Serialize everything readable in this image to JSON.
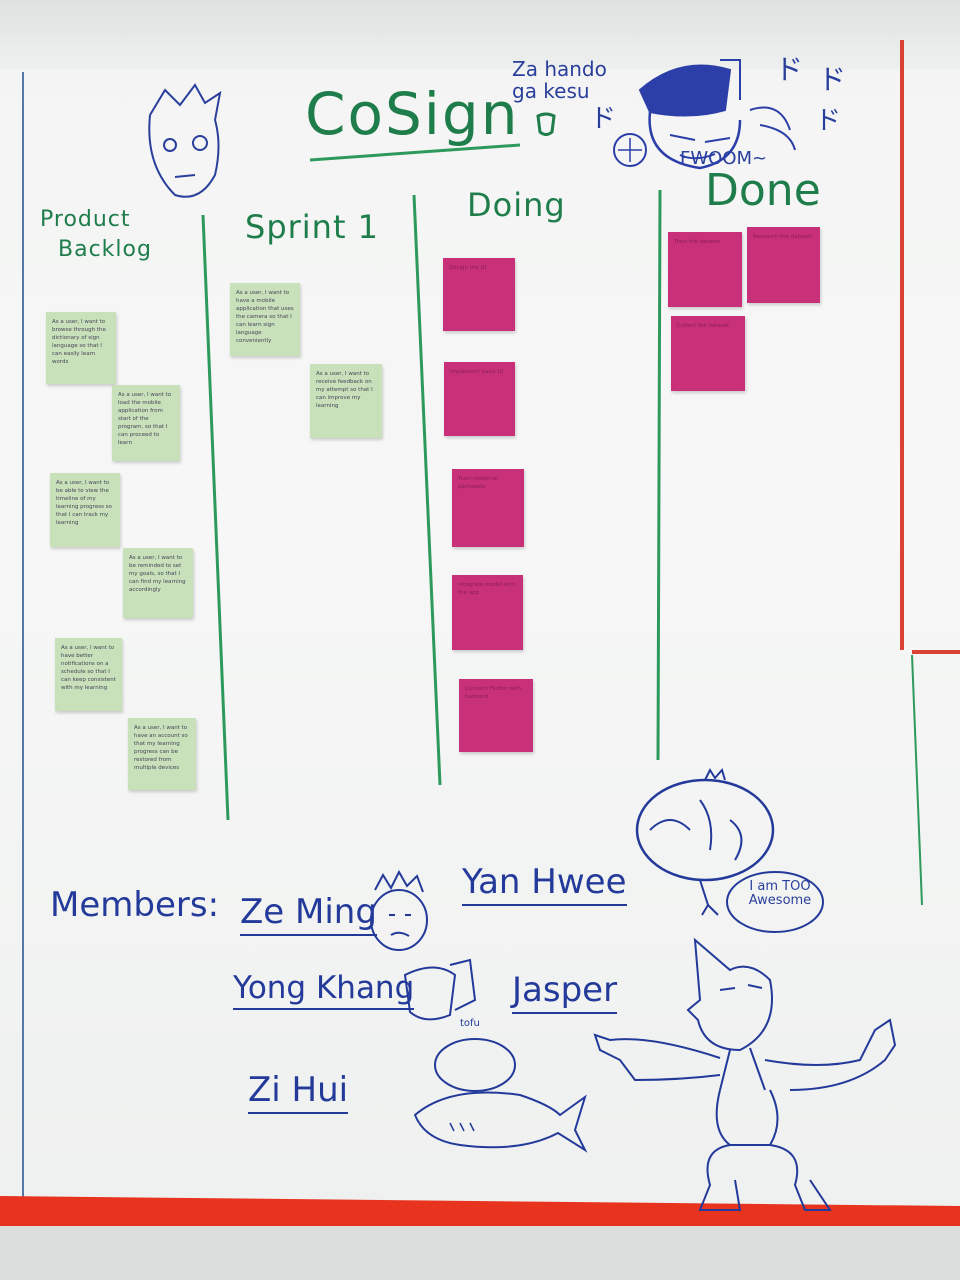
{
  "board": {
    "title": "CoSign",
    "manga_caption": "Za hando ga kesu",
    "manga_sfx": [
      "ド",
      "ド",
      "ド",
      "ド"
    ],
    "manga_sound": "FWOOM~",
    "speech_bubble": "I am TOO Awesome"
  },
  "columns": {
    "product_backlog": {
      "line1": "Product",
      "line2": "Backlog"
    },
    "sprint": "Sprint 1",
    "doing": "Doing",
    "done": "Done"
  },
  "notes": {
    "backlog": [
      "As a user, I want to browse through the dictionary of sign language so that I can easily learn words",
      "As a user, I want to load the mobile application from start of the program, so that I can proceed to learn",
      "As a user, I want to be able to view the timeline of my learning progress so that I can track my learning",
      "As a user, I want to be reminded to set my goals, so that I can find my learning accordingly",
      "As a user, I want to have better notifications on a schedule so that I can keep consistent with my learning",
      "As a user, I want to have an account so that my learning progress can be restored from multiple devices"
    ],
    "sprint": [
      "As a user, I want to have a mobile application that uses the camera so that I can learn sign language conveniently",
      "As a user, I want to receive feedback on my attempt so that I can improve my learning"
    ],
    "doing": [
      "Design the UI",
      "Implement basic UI",
      "Train model on alphabets",
      "Integrate model with the app",
      "Connect Flutter with backend"
    ],
    "done": [
      "Train the dataset",
      "Research the dataset",
      "Collect the dataset"
    ]
  },
  "members": {
    "label": "Members:",
    "names": [
      "Ze Ming",
      "Yan Hwee",
      "Yong Khang",
      "Jasper",
      "Zi Hui"
    ]
  },
  "colors": {
    "marker_green": "#1f7d4b",
    "marker_blue": "#233a9a",
    "sticky_green": "#c9e1bb",
    "sticky_pink": "#c9307a",
    "frame_red": "#e8331f"
  }
}
